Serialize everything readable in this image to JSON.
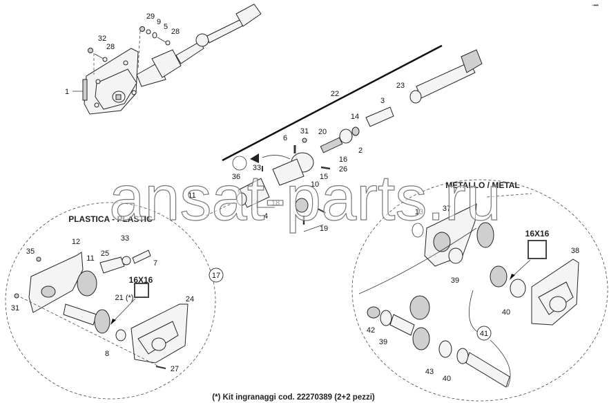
{
  "watermark": "ansat-parts.ru",
  "corner_mark": "‐•••",
  "sections": {
    "plastic": "PLASTICA - PLASTIC",
    "metal": "METALLO / METAL"
  },
  "size_badge": "16X16",
  "footer_note": "(*) Kit ingranaggi cod. 22270389 (2+2 pezzi)",
  "callouts": {
    "top": [
      "29",
      "9",
      "5",
      "28",
      "32",
      "28",
      "1"
    ],
    "middle": [
      "22",
      "23",
      "3",
      "14",
      "31",
      "20",
      "6",
      "2",
      "16",
      "33",
      "26",
      "36",
      "15",
      "10",
      "18",
      "4",
      "19",
      "11"
    ],
    "plastic": [
      "12",
      "33",
      "35",
      "25",
      "11",
      "7",
      "17",
      "21 (*)",
      "24",
      "31",
      "8",
      "27"
    ],
    "metal": [
      "13",
      "37",
      "38",
      "39",
      "40",
      "41",
      "42",
      "39",
      "43",
      "40"
    ]
  }
}
